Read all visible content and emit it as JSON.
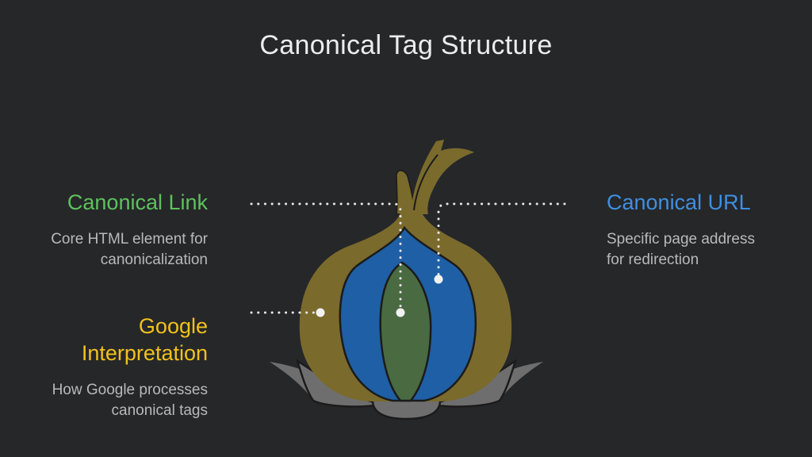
{
  "title": "Canonical Tag Structure",
  "colors": {
    "background": "#262729",
    "outer_layer": "#7a6a2c",
    "middle_layer": "#1f5fa6",
    "inner_core": "#4a6a42",
    "base_leaves": "#6e6e6e",
    "outline": "#1b1b1b",
    "green_label": "#5cc25c",
    "yellow_label": "#f0c21c",
    "blue_label": "#3f8fe0"
  },
  "callouts": [
    {
      "id": "canonical-link",
      "label": "Canonical Link",
      "color": "#5cc25c",
      "description_lines": [
        "Core HTML element for",
        "canonicalization"
      ],
      "points_to": "inner_core"
    },
    {
      "id": "google-interpretation",
      "label_lines": [
        "Google",
        "Interpretation"
      ],
      "color": "#f0c21c",
      "description_lines": [
        "How Google processes",
        "canonical tags"
      ],
      "points_to": "outer_layer"
    },
    {
      "id": "canonical-url",
      "label": "Canonical URL",
      "color": "#3f8fe0",
      "description_lines": [
        "Specific page address",
        "for redirection"
      ],
      "points_to": "middle_layer"
    }
  ]
}
